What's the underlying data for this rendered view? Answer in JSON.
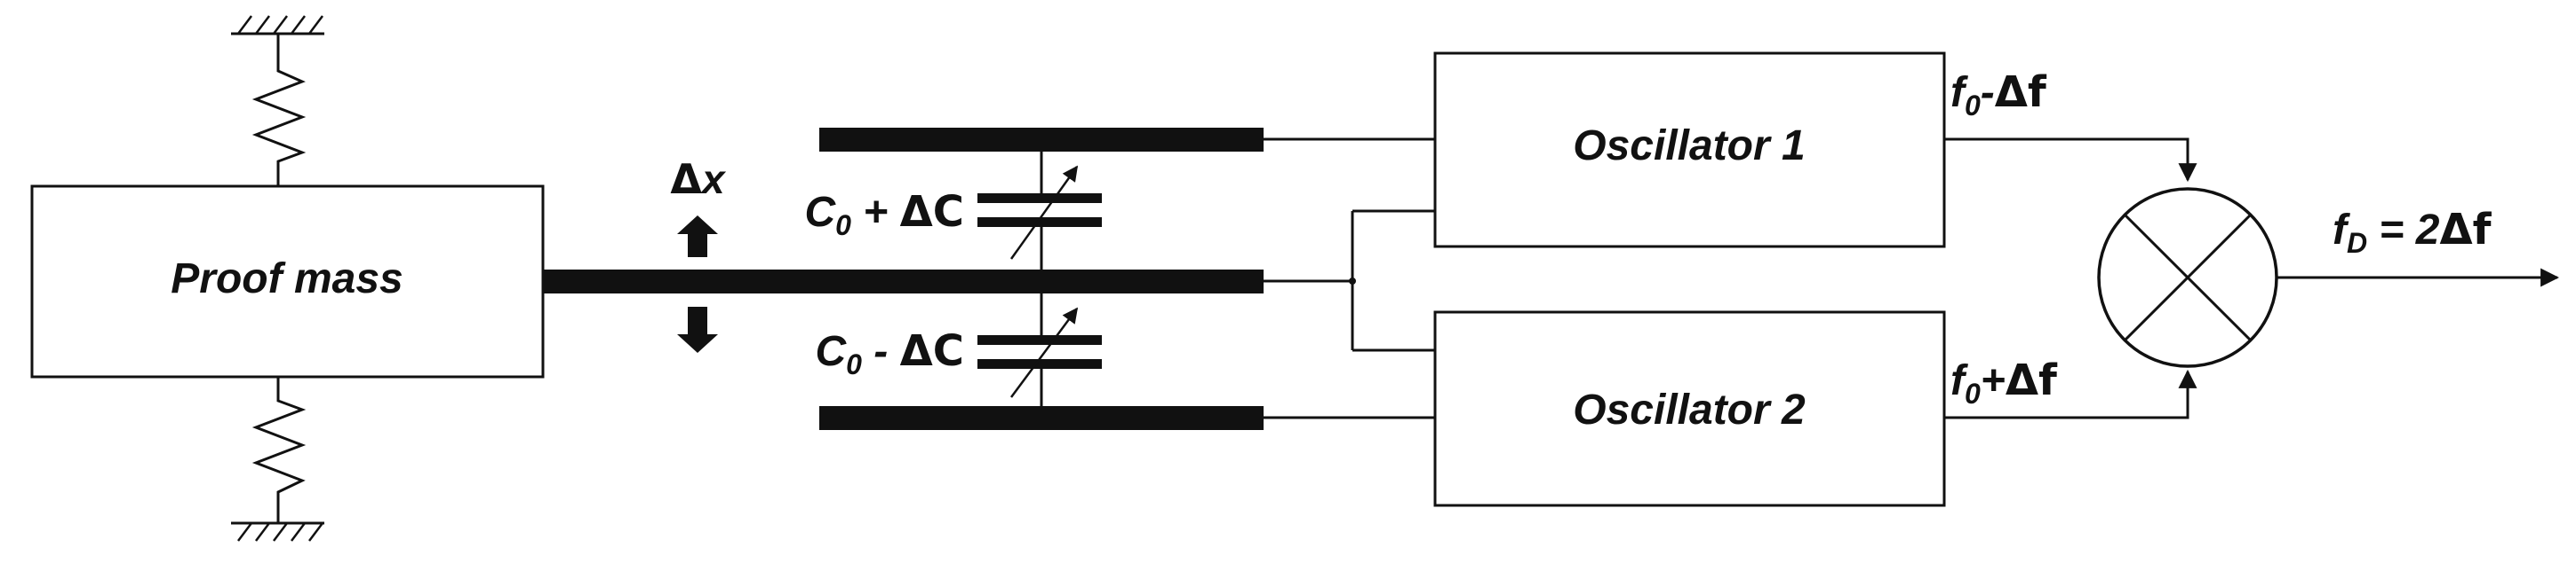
{
  "blocks": {
    "proof_mass": "Proof mass",
    "oscillator_1": "Oscillator 1",
    "oscillator_2": "Oscillator 2"
  },
  "labels": {
    "displacement": {
      "delta": "Δ",
      "var": "x"
    },
    "cap_top": {
      "c": "C",
      "sub": "0",
      "op": " + ",
      "delta": "ΔC"
    },
    "cap_bottom": {
      "c": "C",
      "sub": "0",
      "op": " - ",
      "delta": "ΔC"
    },
    "freq_top": {
      "f": "f",
      "sub": "0",
      "op": "-",
      "delta": "Δf"
    },
    "freq_bottom": {
      "f": "f",
      "sub": "0",
      "op": "+",
      "delta": "Δf"
    },
    "output": {
      "f": "f",
      "sub": "D",
      "op": " = 2",
      "delta": "Δf"
    }
  },
  "colors": {
    "ink": "#111111",
    "background": "#ffffff"
  },
  "icons": [
    "spring-icon",
    "ground-hatch-icon",
    "variable-capacitor-icon",
    "mixer-icon",
    "arrow-up-icon",
    "arrow-down-icon"
  ]
}
